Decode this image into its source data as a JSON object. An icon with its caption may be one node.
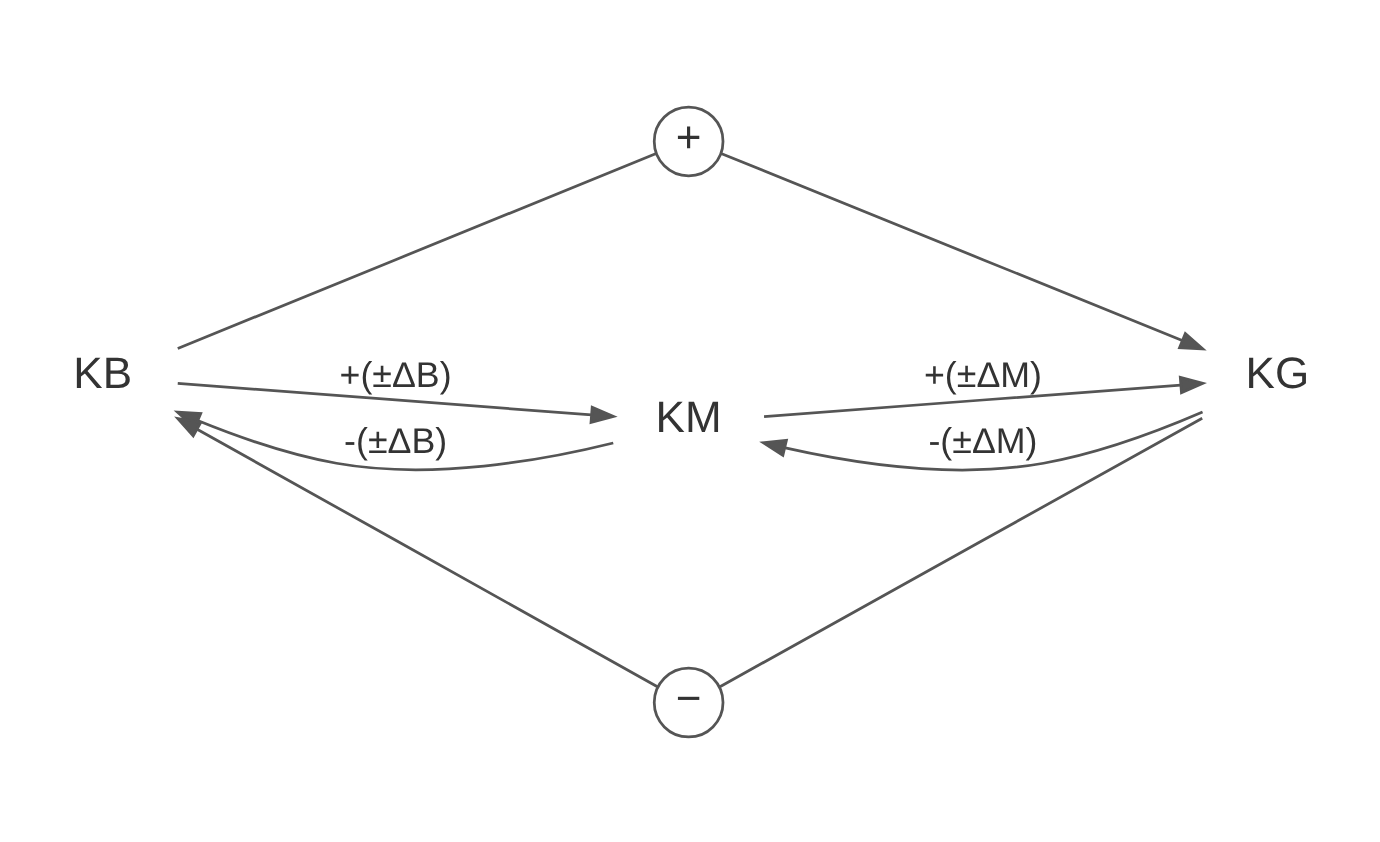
{
  "diagram": {
    "nodes": [
      {
        "text": [
          "+"
        ]
      },
      {
        "text": [
          "KB"
        ]
      },
      {
        "text": [
          "KM"
        ]
      },
      {
        "text": [
          "KG"
        ]
      },
      {
        "text": [
          "−"
        ]
      }
    ],
    "edges": [
      {
        "from": 1,
        "to": 0,
        "arrow": "none"
      },
      {
        "from": 0,
        "to": 3,
        "arrow": "to"
      },
      {
        "from": 1,
        "to": 2,
        "label": "+(±ΔB)",
        "arrow": "to"
      },
      {
        "from": 2,
        "to": 1,
        "label": "-(±ΔB)",
        "arrow": "to"
      },
      {
        "from": 2,
        "to": 3,
        "label": "+(±ΔM)",
        "arrow": "to"
      },
      {
        "from": 3,
        "to": 2,
        "label": "-(±ΔM)",
        "arrow": "to"
      },
      {
        "from": 3,
        "to": 4,
        "arrow": "none"
      },
      {
        "from": 4,
        "to": 1,
        "arrow": "to"
      }
    ]
  }
}
